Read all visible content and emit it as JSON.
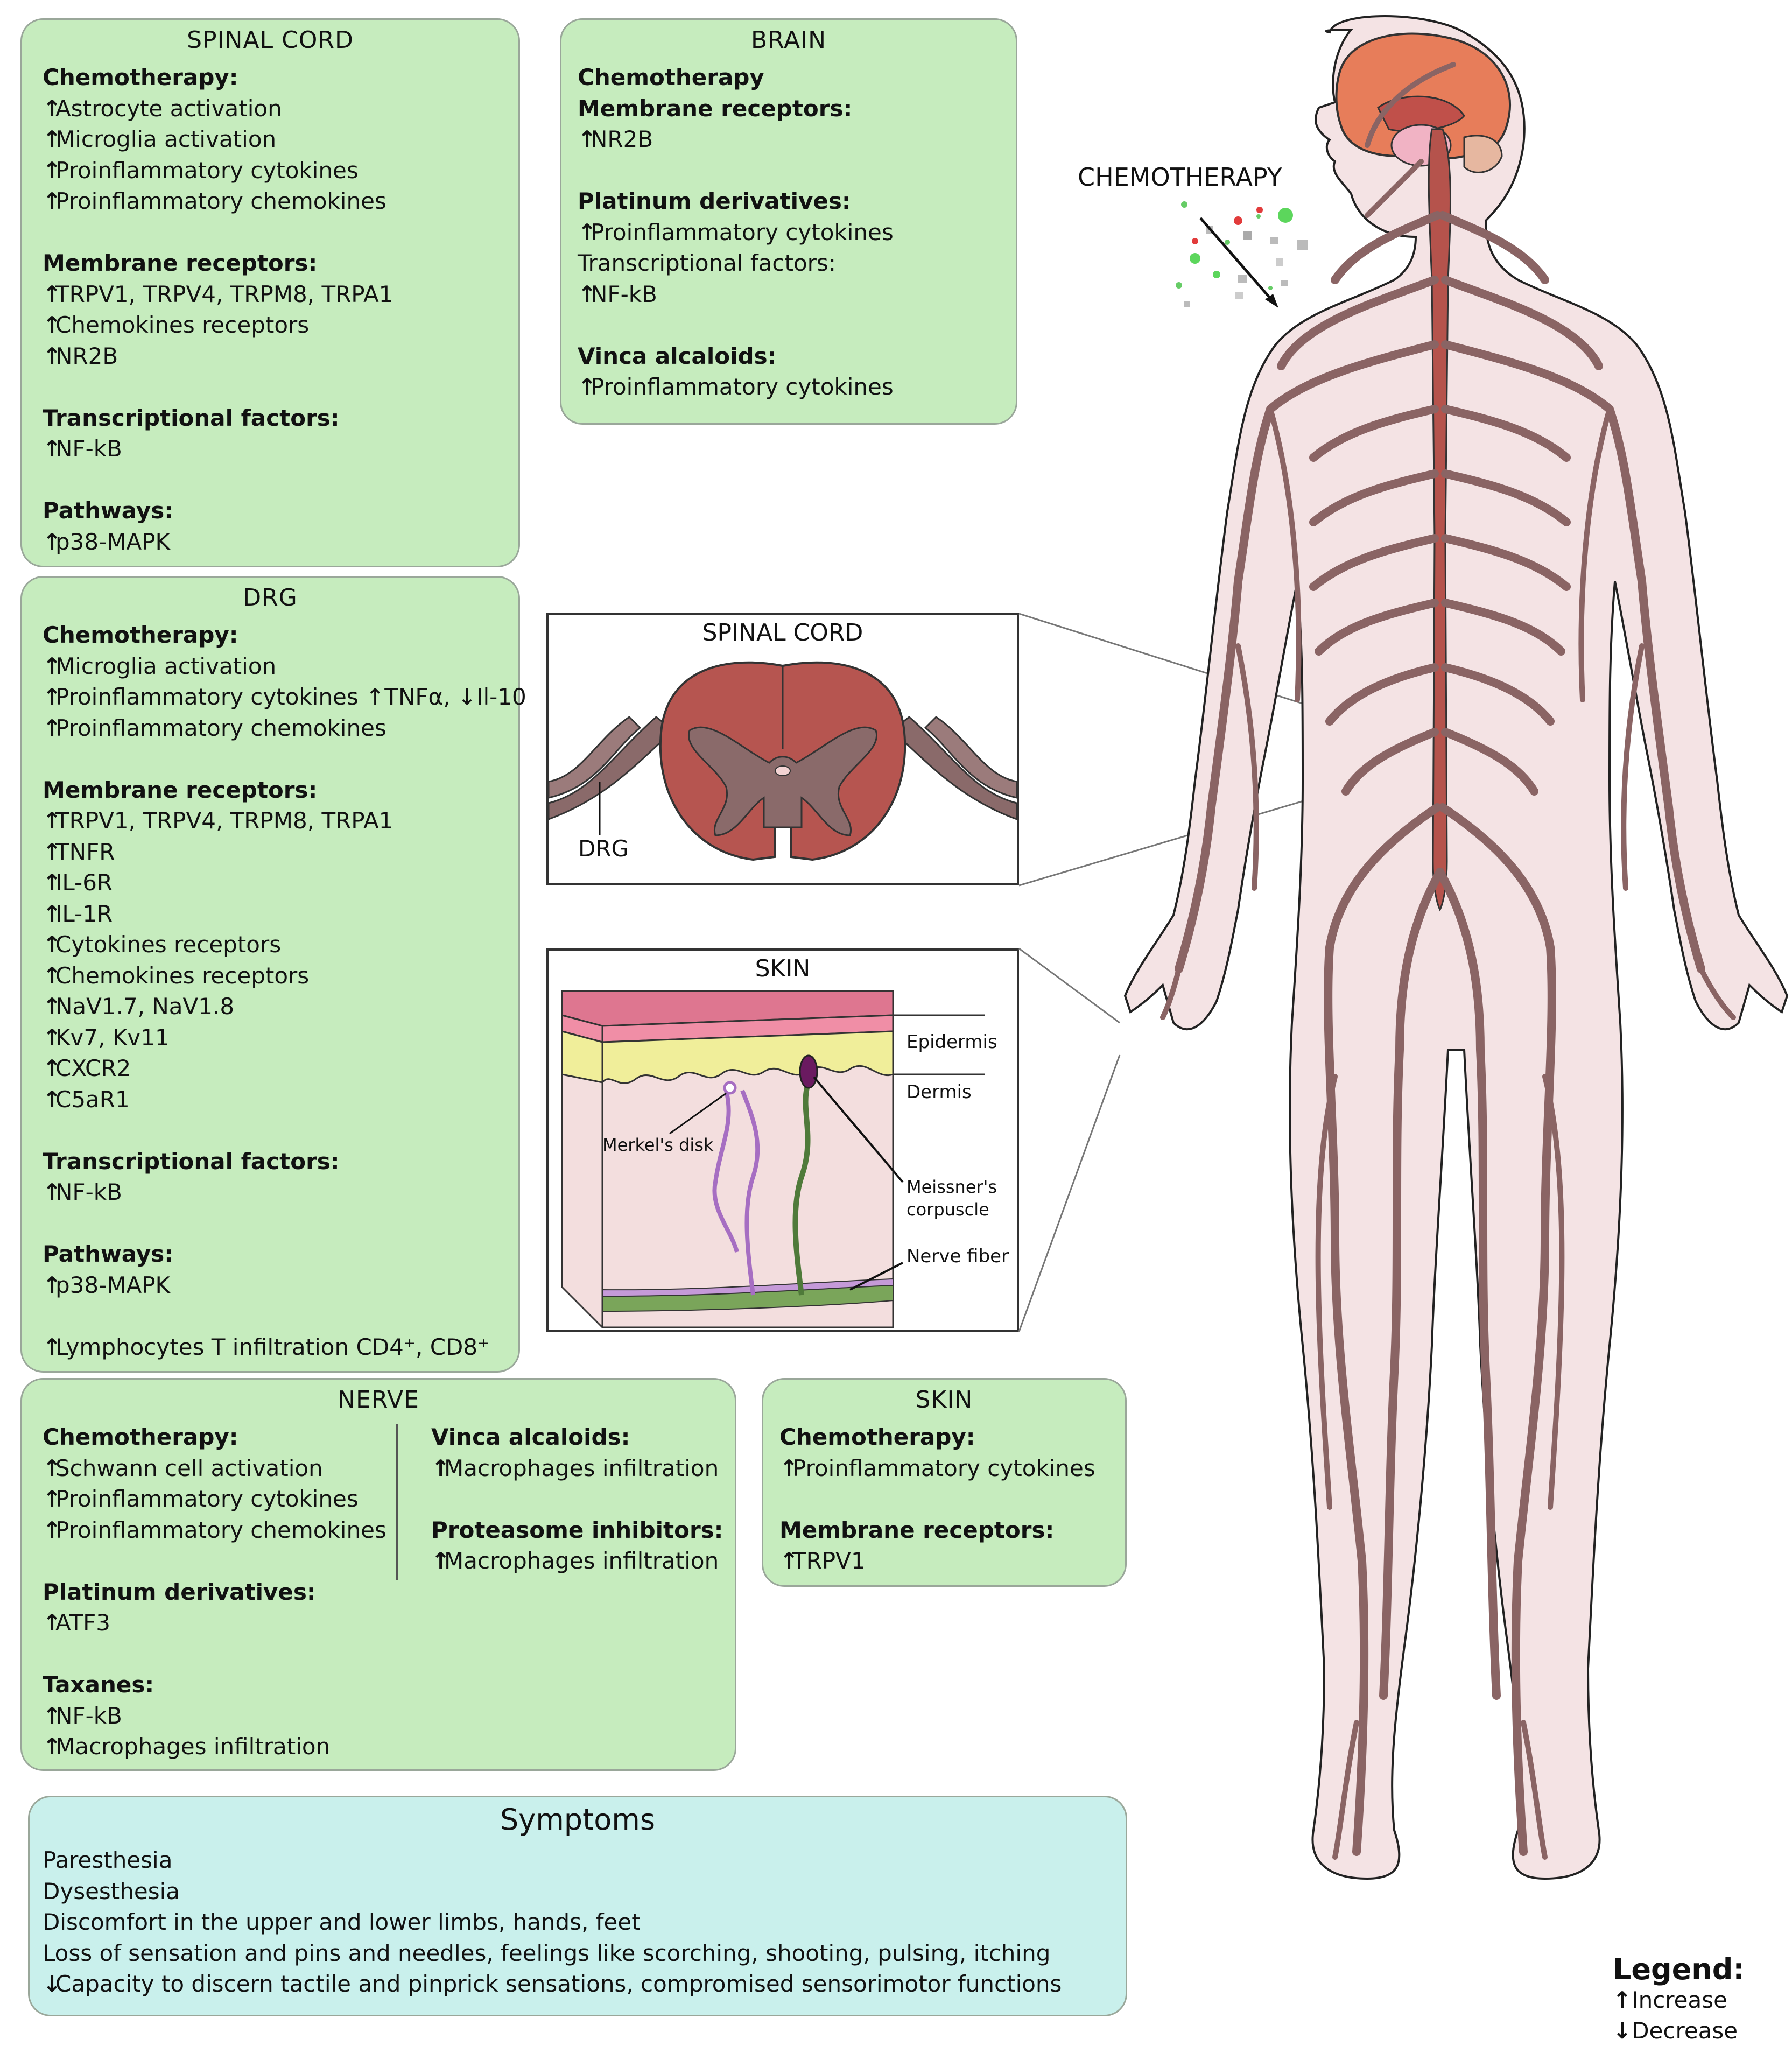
{
  "panels": {
    "spinal_cord": {
      "title": "SPINAL CORD",
      "lines": [
        {
          "t": "Chemotherapy:",
          "h": true
        },
        {
          "a": "up",
          "t": "Astrocyte activation"
        },
        {
          "a": "up",
          "t": "Microglia activation"
        },
        {
          "a": "up",
          "t": "Proinflammatory cytokines"
        },
        {
          "a": "up",
          "t": "Proinflammatory chemokines"
        },
        {
          "gap": true
        },
        {
          "t": "Membrane receptors:",
          "h": true
        },
        {
          "a": "up",
          "t": "TRPV1, TRPV4, TRPM8, TRPA1"
        },
        {
          "a": "up",
          "t": "Chemokines receptors"
        },
        {
          "a": "up",
          "t": "NR2B"
        },
        {
          "gap": true
        },
        {
          "t": "Transcriptional factors:",
          "h": true
        },
        {
          "a": "up",
          "t": "NF-kB"
        },
        {
          "gap": true
        },
        {
          "t": "Pathways:",
          "h": true
        },
        {
          "a": "up",
          "t": "p38-MAPK"
        }
      ]
    },
    "brain": {
      "title": "BRAIN",
      "lines": [
        {
          "t": "Chemotherapy",
          "h": true
        },
        {
          "t": "Membrane receptors:",
          "h": true
        },
        {
          "a": "up",
          "t": "NR2B"
        },
        {
          "gap": true
        },
        {
          "t": "Platinum derivatives:",
          "h": true
        },
        {
          "a": "up",
          "t": "Proinflammatory cytokines"
        },
        {
          "t": "Transcriptional factors:"
        },
        {
          "a": "up",
          "t": "NF-kB"
        },
        {
          "gap": true
        },
        {
          "t": "Vinca alcaloids:",
          "h": true
        },
        {
          "a": "up",
          "t": "Proinflammatory cytokines"
        }
      ]
    },
    "drg": {
      "title": "DRG",
      "lines": [
        {
          "t": "Chemotherapy:",
          "h": true
        },
        {
          "a": "up",
          "t": "Microglia activation"
        },
        {
          "a": "up",
          "t": "Proinflammatory cytokines  ↑TNFα, ↓Il-10"
        },
        {
          "a": "up",
          "t": "Proinflammatory chemokines"
        },
        {
          "gap": true
        },
        {
          "t": "Membrane receptors:",
          "h": true
        },
        {
          "a": "up",
          "t": "TRPV1, TRPV4, TRPM8, TRPA1"
        },
        {
          "a": "up",
          "t": "TNFR"
        },
        {
          "a": "up",
          "t": "IL-6R"
        },
        {
          "a": "up",
          "t": "IL-1R"
        },
        {
          "a": "up",
          "t": "Cytokines receptors"
        },
        {
          "a": "up",
          "t": "Chemokines receptors"
        },
        {
          "a": "up",
          "t": "NaV1.7, NaV1.8"
        },
        {
          "a": "up",
          "t": "Kv7, Kv11"
        },
        {
          "a": "up",
          "t": "CXCR2"
        },
        {
          "a": "up",
          "t": "C5aR1"
        },
        {
          "gap": true
        },
        {
          "t": "Transcriptional factors:",
          "h": true
        },
        {
          "a": "up",
          "t": "NF-kB"
        },
        {
          "gap": true
        },
        {
          "t": "Pathways:",
          "h": true
        },
        {
          "a": "up",
          "t": "p38-MAPK"
        },
        {
          "gap": true
        },
        {
          "a": "up",
          "t": "Lymphocytes T infiltration CD4⁺, CD8⁺"
        }
      ]
    },
    "nerve": {
      "title": "NERVE",
      "left_lines": [
        {
          "t": "Chemotherapy:",
          "h": true
        },
        {
          "a": "up",
          "t": "Schwann cell activation"
        },
        {
          "a": "up",
          "t": "Proinflammatory cytokines"
        },
        {
          "a": "up",
          "t": "Proinflammatory chemokines"
        },
        {
          "gap": true
        },
        {
          "t": "Platinum derivatives:",
          "h": true
        },
        {
          "a": "up",
          "t": "ATF3"
        },
        {
          "gap": true
        },
        {
          "t": "Taxanes:",
          "h": true
        },
        {
          "a": "up",
          "t": "NF-kB"
        },
        {
          "a": "up",
          "t": "Macrophages infiltration"
        }
      ],
      "right_lines": [
        {
          "t": "Vinca alcaloids:",
          "h": true
        },
        {
          "a": "up",
          "t": "Macrophages infiltration"
        },
        {
          "gap": true
        },
        {
          "t": "Proteasome inhibitors:",
          "h": true
        },
        {
          "a": "up",
          "t": "Macrophages infiltration"
        }
      ]
    },
    "skin": {
      "title": "SKIN",
      "lines": [
        {
          "t": "Chemotherapy:",
          "h": true
        },
        {
          "a": "up",
          "t": "Proinflammatory cytokines"
        },
        {
          "gap": true
        },
        {
          "t": "Membrane receptors:",
          "h": true
        },
        {
          "a": "up",
          "t": "TRPV1"
        }
      ]
    },
    "symptoms": {
      "title": "Symptoms",
      "lines": [
        {
          "t": "Paresthesia"
        },
        {
          "t": "Dysesthesia"
        },
        {
          "t": "Discomfort in the upper and lower limbs, hands, feet"
        },
        {
          "t": "Loss of sensation and pins and needles, feelings like scorching, shooting, pulsing, itching"
        },
        {
          "a": "down",
          "t": "Capacity to discern tactile and pinprick sensations, compromised sensorimotor functions"
        }
      ]
    }
  },
  "figures": {
    "spinal_cord": {
      "title": "SPINAL CORD",
      "drg_label": "DRG"
    },
    "skin": {
      "title": "SKIN",
      "epidermis": "Epidermis",
      "dermis": "Dermis",
      "merkel": "Merkel's disk",
      "meissner_1": "Meissner's",
      "meissner_2": "corpuscle",
      "nerve_fiber": "Nerve fiber"
    }
  },
  "chemotherapy_label": "CHEMOTHERAPY",
  "legend": {
    "title": "Legend:",
    "increase": "Increase",
    "decrease": "Decrease"
  },
  "arrows": {
    "up": "↑",
    "down": "↓"
  },
  "colors": {
    "panel_green": "#c6ecbe",
    "panel_symptoms": "#c9f0ec",
    "body_fill": "#f4e3e4",
    "nerve": "#8a6464",
    "spinal_cord": "#b5534c",
    "brain": "#e77d5a"
  }
}
